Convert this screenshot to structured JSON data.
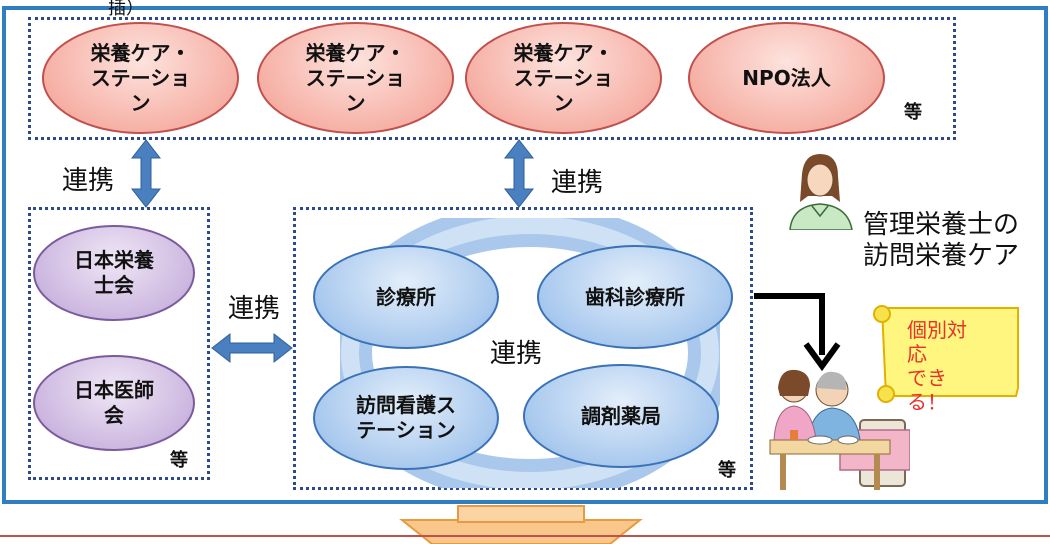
{
  "top_fragment": "插）",
  "top_group": {
    "items": [
      "栄養ケア・ステーション",
      "栄養ケア・ステーション",
      "栄養ケア・ステーション",
      "NPO法人"
    ],
    "lines": [
      [
        "栄養ケア・",
        "ステーショ",
        "ン"
      ],
      [
        "栄養ケア・",
        "ステーショ",
        "ン"
      ],
      [
        "栄養ケア・",
        "ステーショ",
        "ン"
      ],
      [
        "NPO法人"
      ]
    ],
    "etc": "等"
  },
  "left_group": {
    "items": [
      [
        "日本栄養",
        "士会"
      ],
      [
        "日本医師",
        "会"
      ]
    ],
    "etc": "等"
  },
  "center_group": {
    "items": [
      "診療所",
      "歯科診療所",
      [
        "訪問看護ス",
        "テーション"
      ],
      "調剤薬局"
    ],
    "center_label": "連携",
    "etc": "等"
  },
  "links": {
    "left_vertical": "連携",
    "center_vertical": "連携",
    "horizontal": "連携"
  },
  "dietitian_caption": [
    "管理栄養士の",
    "訪問栄養ケア"
  ],
  "scroll_text": [
    "個別対",
    "応",
    "でき",
    "る！"
  ],
  "colors": {
    "frame": "#2f7ec2",
    "arrow_link": "#4a7fc0",
    "scroll_fill": "#fff680",
    "scroll_text": "#e8312a"
  }
}
